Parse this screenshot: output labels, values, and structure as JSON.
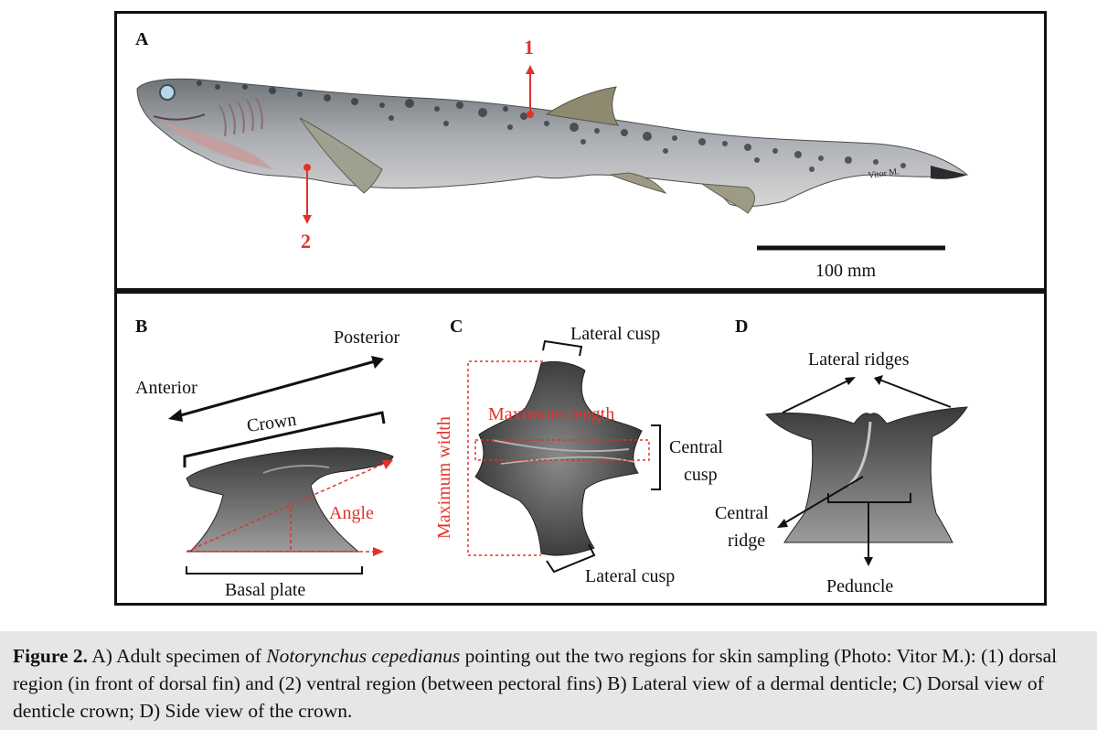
{
  "panels": {
    "a": {
      "letter": "A",
      "point1": "1",
      "point2": "2",
      "credit": "Vitor M.",
      "scale_label": "100 mm"
    },
    "b": {
      "letter": "B",
      "posterior": "Posterior",
      "anterior": "Anterior",
      "crown": "Crown",
      "angle": "Angle",
      "basal_plate": "Basal plate"
    },
    "c": {
      "letter": "C",
      "lateral_cusp_top": "Lateral cusp",
      "maximum_length": "Maximum length",
      "maximum_width": "Maximum width",
      "central_cusp_line1": "Central",
      "central_cusp_line2": "cusp",
      "lateral_cusp_bottom": "Lateral cusp"
    },
    "d": {
      "letter": "D",
      "lateral_ridges": "Lateral ridges",
      "central_ridge_line1": "Central",
      "central_ridge_line2": "ridge",
      "peduncle": "Peduncle"
    }
  },
  "caption": {
    "figure_label": "Figure 2.",
    "text_1": " A) Adult specimen of ",
    "species": "Notorynchus cepedianus",
    "text_2": " pointing out the two regions for skin sampling (Photo: Vitor M.): (1) dorsal region (in front of dorsal fin) and (2) ventral region (between pectoral fins) B) Lateral view of a dermal denticle; C) Dorsal view of denticle crown; D) Side view of the crown."
  },
  "colors": {
    "annotation_red": "#e0332b",
    "frame": "#111111",
    "caption_bg": "#e6e6e6"
  }
}
